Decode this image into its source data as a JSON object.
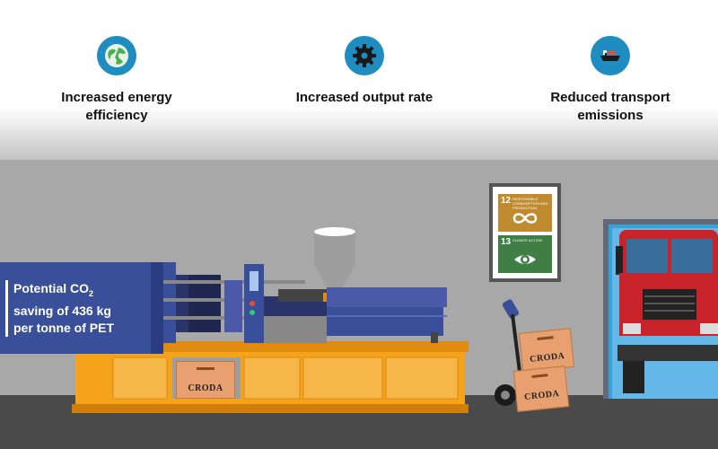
{
  "benefits": [
    {
      "label_line1": "Increased energy",
      "label_line2": "efficiency",
      "icon": "globe-icon",
      "color": "#1f8dbf"
    },
    {
      "label_line1": "Increased output rate",
      "label_line2": "",
      "icon": "gear-icon",
      "color": "#1f8dbf"
    },
    {
      "label_line1": "Reduced transport",
      "label_line2": "emissions",
      "icon": "ship-icon",
      "color": "#1f8dbf"
    }
  ],
  "co2_callout": {
    "line1_prefix": "Potential CO",
    "line1_sub": "2",
    "line2": "saving of 436 kg",
    "line3": "per tonne of PET"
  },
  "crate_brand": "CRODA",
  "sdg_poster": {
    "goal12": {
      "number": "12",
      "text": "RESPONSIBLE CONSUMPTION AND PRODUCTION",
      "color": "#bf8b2e"
    },
    "goal13": {
      "number": "13",
      "text": "CLIMATE ACTION",
      "color": "#3f7e44"
    }
  },
  "colors": {
    "machine_blue": "#3a4f9a",
    "machine_base": "#f4a31a",
    "truck_red": "#c8222b",
    "crate": "#e8a070"
  }
}
